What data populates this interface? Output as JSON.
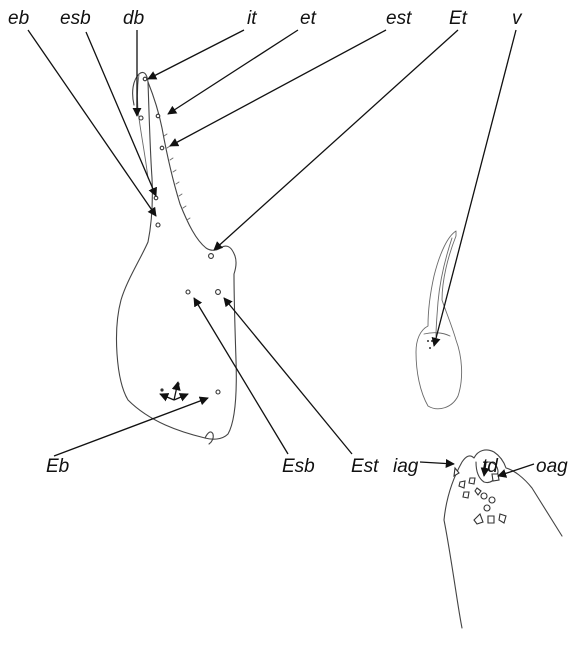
{
  "top_labels": {
    "eb": "eb",
    "esb": "esb",
    "db": "db",
    "it": "it",
    "et": "et",
    "est": "est",
    "Et": "Et",
    "v": "v"
  },
  "middle_labels": {
    "Eb": "Eb",
    "Esb": "Esb",
    "Est": "Est",
    "iag": "iag",
    "td": "td",
    "oag": "oag"
  }
}
